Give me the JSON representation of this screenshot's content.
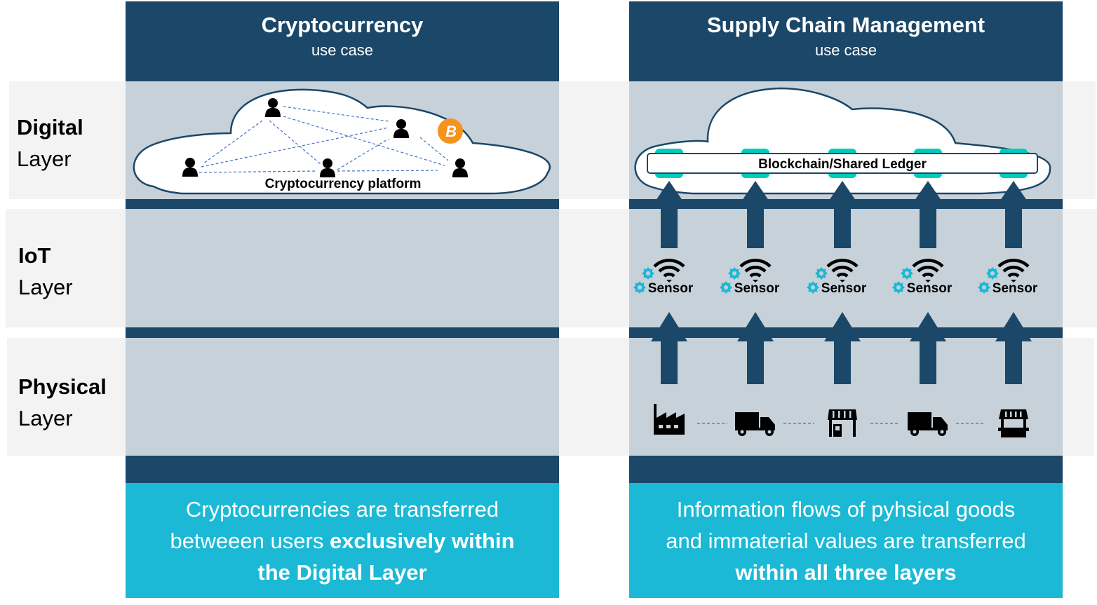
{
  "layers": [
    {
      "name_bold": "Digital",
      "name_rest": "Layer"
    },
    {
      "name_bold": "IoT",
      "name_rest": "Layer"
    },
    {
      "name_bold": "Physical",
      "name_rest": "Layer"
    }
  ],
  "columns": [
    {
      "title": "Cryptocurrency",
      "subtitle": "use case",
      "cloud_label": "Cryptocurrency platform",
      "coin_icon": "bitcoin-icon",
      "user_icon": "user-icon",
      "caption": {
        "line1": "Cryptocurrencies are transferred",
        "line2_plain": "betweeen users ",
        "line2_bold": "exclusively within",
        "line3_bold": "the Digital Layer"
      }
    },
    {
      "title": "Supply Chain Management",
      "subtitle": "use case",
      "ledger_label": "Blockchain/Shared Ledger",
      "sensor_label": "Sensor",
      "sensor_count": 5,
      "physical_chain": [
        "factory-icon",
        "truck-icon",
        "store-icon",
        "truck-icon",
        "market-stall-icon"
      ],
      "caption": {
        "line1": "Information flows of pyhsical goods",
        "line2": "and immaterial values are transferred",
        "line3_bold": "within all three layers"
      }
    }
  ],
  "colors": {
    "dark_blue": "#1b4769",
    "row_gray": "#c6d1d9",
    "band_gray": "#f3f3f3",
    "caption_cyan": "#1bb9d5",
    "ledger_node_teal": "#00ccbb",
    "gear_cyan": "#1bb9d5",
    "bitcoin_orange": "#f7931a",
    "dashed_line_blue": "#4472c4"
  }
}
